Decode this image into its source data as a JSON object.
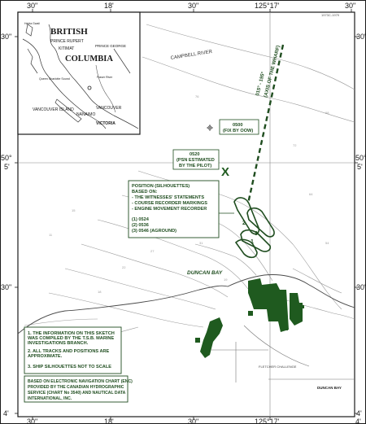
{
  "chart_code": "1973C-1979",
  "ticks": {
    "top": [
      "30\"",
      "18'",
      "30\"",
      "125°17'",
      "30\""
    ],
    "bottom": [
      "30\"",
      "18'",
      "30\"",
      "125°17'",
      "4'"
    ],
    "left": [
      "30\"",
      "50°",
      "5'",
      "30\"",
      "4'"
    ],
    "right": [
      "30\"",
      "50°",
      "5'",
      "30\"",
      "4'"
    ]
  },
  "inset": {
    "british": "BRITISH",
    "columbia": "COLUMBIA",
    "prince_rupert": "PRINCE RUPERT",
    "kitimat": "KITIMAT",
    "prince_george": "PRINCE GEORGE",
    "queen_charlotte": "Queen Charlotte Sound",
    "vancouver_island": "VANCOUVER ISLAND",
    "nanaimo": "NANAIMO",
    "vancouver": "VANCOUVER",
    "victoria": "VICTORIA",
    "haida_gwaii": "Haida Gwaii",
    "fraser_river": "Fraser River"
  },
  "labels": {
    "campbell_river": "CAMPBELL RIVER",
    "axis_line1": "015° - 195°",
    "axis_line2": "(AXIS OF THE WHARF)",
    "fix_line1": "0500",
    "fix_line2": "(FIX BY OOW)",
    "psn_line1": "0520",
    "psn_line2": "(PSN ESTIMATED",
    "psn_line3": "BY THE PILOT)",
    "duncan_bay": "DUNCAN BAY",
    "duncan_bay_small": "DUNCAN BAY",
    "position_text": [
      "POSITION (SILHOUETTES)",
      "BASED ON:",
      "- THE WITNESSES' STATEMENTS",
      "- COURSE RECORDER MARKINGS",
      "- ENGINE MOVEMENT RECORDER",
      "",
      "(1) 0524",
      "(2) 0536",
      "(3) 0546 (AGROUND)"
    ],
    "silhouette_1": "1",
    "silhouette_2": "2",
    "silhouette_3": "3",
    "notes": [
      "1. THE INFORMATION ON THIS SKETCH",
      "    WAS COMPILED BY THE T.S.B. MARINE",
      "    INVESTIGATIONS BRANCH.",
      "",
      "2. ALL TRACKS AND POSITIONS ARE",
      "    APPROXIMATE.",
      "",
      "3. SHIP SILHOUETTES NOT TO SCALE"
    ],
    "source": [
      "BASED ON ELECTRONIC NAVIGATION CHART (ENC)",
      "PROVIDED BY THE CANADIAN HYDROGRAPHIC",
      "SERVICE (CHART No 3540) AND NAUTICAL DATA",
      "INTERNATIONAL, INC."
    ]
  },
  "colors": {
    "annotation": "#1f4d1f",
    "land_fill": "#1f5a1f",
    "chart_lines": "#9a9a9a",
    "border": "#1a1a1a"
  }
}
